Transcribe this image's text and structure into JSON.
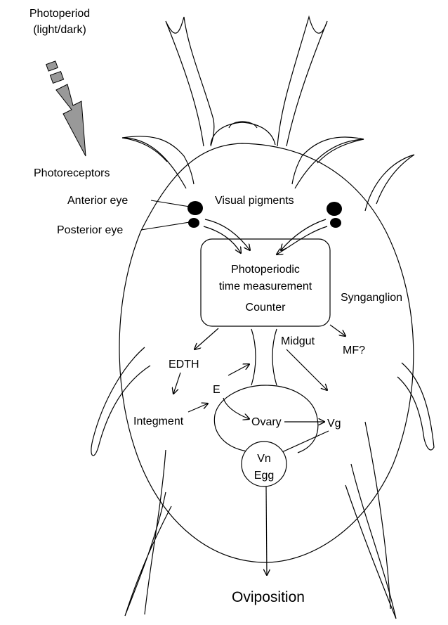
{
  "labels": {
    "photoperiod": "Photoperiod",
    "light_dark": "(light/dark)",
    "photoreceptors": "Photoreceptors",
    "anterior_eye": "Anterior eye",
    "posterior_eye": "Posterior eye",
    "visual_pigments": "Visual pigments",
    "ptm_line1": "Photoperiodic",
    "ptm_line2": "time measurement",
    "counter": "Counter",
    "synganglion": "Synganglion",
    "edth": "EDTH",
    "mf": "MF?",
    "midgut": "Midgut",
    "e": "E",
    "integment": "Integment",
    "ovary": "Ovary",
    "vg": "Vg",
    "vn": "Vn",
    "egg": "Egg",
    "oviposition": "Oviposition"
  },
  "colors": {
    "photoperiod_arrow": "#999999",
    "ink": "#000000"
  }
}
